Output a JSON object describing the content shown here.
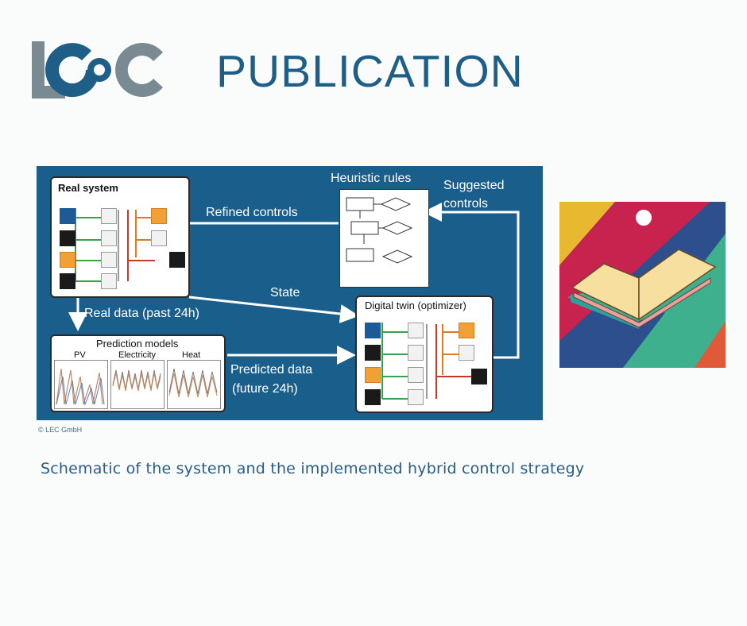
{
  "header": {
    "logo_text": "LEC",
    "title": "PUBLICATION"
  },
  "diagram": {
    "real_system": {
      "title": "Real system"
    },
    "heuristic": {
      "title": "Heuristic rules"
    },
    "digital_twin": {
      "title": "Digital twin (optimizer)"
    },
    "prediction": {
      "title": "Prediction models",
      "charts": [
        "PV",
        "Electricity",
        "Heat"
      ]
    },
    "arrows": {
      "refined_controls": "Refined controls",
      "suggested_controls_1": "Suggested",
      "suggested_controls_2": "controls",
      "state": "State",
      "real_data": "Real data (past 24h)",
      "predicted_1": "Predicted data",
      "predicted_2": "(future 24h)"
    },
    "colors": {
      "panel": "#1a5e8c",
      "green_line": "#3aa04a",
      "orange_line": "#e07a1a",
      "red_line": "#c0392b"
    }
  },
  "copyright": "© LEC GmbH",
  "caption": "Schematic of the system and the implemented hybrid control strategy",
  "book_image": {
    "icon": "open-book-icon"
  }
}
